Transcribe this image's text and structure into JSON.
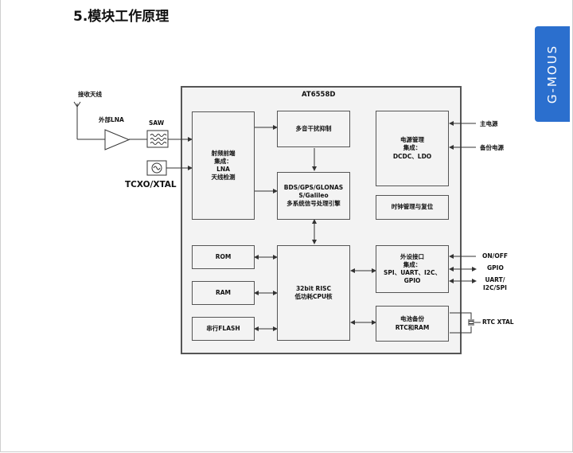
{
  "page": {
    "title": "5.模块工作原理",
    "side_tab": "G-MOUS"
  },
  "diagram": {
    "antenna_label": "接收天线",
    "lna_label": "外部LNA",
    "saw_label": "SAW",
    "tcxo_label": "TCXO/XTAL",
    "chip_label": "AT6558D",
    "blocks": {
      "rf_frontend": "射频前端\n集成：\nLNA\n天线检测",
      "interference": "多音干扰抑制",
      "signal_engine": "BDS/GPS/GLONAS\nS/Galileo\n多系统信号处理引擎",
      "power_mgmt": "电源管理\n集成：\nDCDC、LDO",
      "clock_reset": "时钟管理与复位",
      "rom": "ROM",
      "ram": "RAM",
      "flash": "串行FLASH",
      "cpu": "32bit RISC\n低功耗CPU核",
      "peripherals": "外设接口\n集成：\nSPI、UART、I2C、\nGPIO",
      "battery_backup": "电池备份\nRTC和RAM"
    },
    "external": {
      "main_power": "主电源",
      "backup_power": "备份电源",
      "on_off": "ON/OFF",
      "gpio": "GPIO",
      "uart": "UART/\nI2C/SPI",
      "rtc_xtal": "RTC XTAL"
    }
  }
}
